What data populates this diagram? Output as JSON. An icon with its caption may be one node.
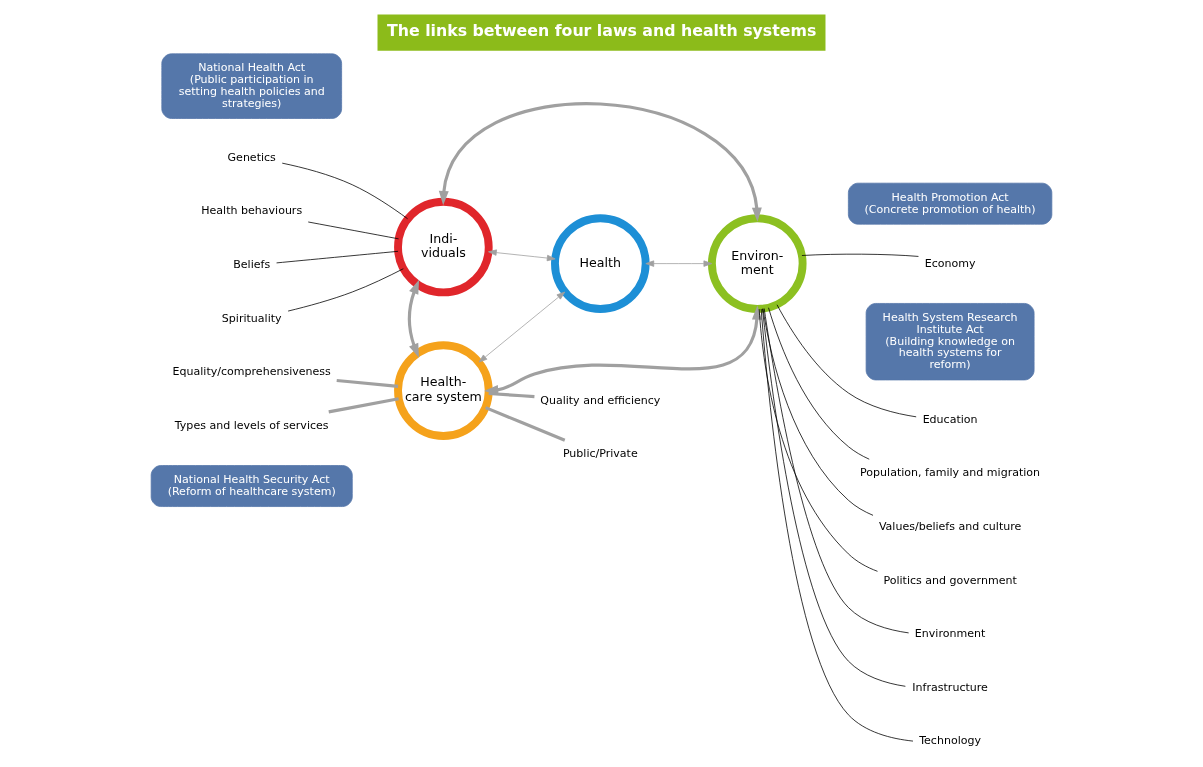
{
  "diagram": {
    "title": "The links between four laws and health systems",
    "nodes": [
      {
        "text": [
          "National Health Act",
          "(Public participation in setting health policies and strategies)"
        ]
      },
      {
        "text": [
          "Health Promotion Act",
          "(Concrete promotion of health)"
        ]
      },
      {
        "text": [
          "Genetics"
        ]
      },
      {
        "text": [
          "Health behaviours"
        ]
      },
      {
        "text": [
          "Beliefs"
        ]
      },
      {
        "text": [
          "Spirituality"
        ]
      },
      {
        "text": [
          "Indi- viduals"
        ]
      },
      {
        "text": [
          "Health"
        ]
      },
      {
        "text": [
          "Environ- ment"
        ]
      },
      {
        "text": [
          "Economy"
        ]
      },
      {
        "text": [
          "Education"
        ]
      },
      {
        "text": [
          "Population, family and migration"
        ]
      },
      {
        "text": [
          "Values/beliefs and culture"
        ]
      },
      {
        "text": [
          "Politics and government"
        ]
      },
      {
        "text": [
          "Environment"
        ]
      },
      {
        "text": [
          "Infrastructure"
        ]
      },
      {
        "text": [
          "Technology"
        ]
      },
      {
        "text": [
          "Health System Research Institute Act",
          "(Building knowledge on health systems for reform)"
        ]
      },
      {
        "text": [
          "Equality/comprehensiveness"
        ]
      },
      {
        "text": [
          "Types and levels of services"
        ]
      },
      {
        "text": [
          "Health- care system"
        ]
      },
      {
        "text": [
          "Quality and efficiency"
        ]
      },
      {
        "text": [
          "Public/Private"
        ]
      },
      {
        "text": [
          "National Health Security Act",
          "(Reform of healthcare system)"
        ]
      }
    ],
    "edges": [
      {
        "from": 6,
        "to": 8,
        "arrow": "both",
        "style": "thick",
        "color": "#a0a0a0"
      },
      {
        "from": 6,
        "to": 7,
        "arrow": "both",
        "color": "#a0a0a0"
      },
      {
        "from": 7,
        "to": 8,
        "arrow": "both",
        "color": "#a0a0a0"
      },
      {
        "from": 7,
        "to": 20,
        "arrow": "both",
        "color": "#a0a0a0"
      },
      {
        "from": 6,
        "to": 20,
        "arrow": "both",
        "style": "thick",
        "color": "#a0a0a0"
      },
      {
        "from": 8,
        "to": 20,
        "arrow": "both",
        "style": "thick",
        "color": "#a0a0a0"
      },
      {
        "from": 2,
        "to": 6,
        "arrow": "none"
      },
      {
        "from": 3,
        "to": 6,
        "arrow": "none"
      },
      {
        "from": 4,
        "to": 6,
        "arrow": "none"
      },
      {
        "from": 5,
        "to": 6,
        "arrow": "none"
      },
      {
        "from": 9,
        "to": 8,
        "arrow": "none"
      },
      {
        "from": 10,
        "to": 8,
        "arrow": "none"
      },
      {
        "from": 11,
        "to": 8,
        "arrow": "none"
      },
      {
        "from": 12,
        "to": 8,
        "arrow": "none"
      },
      {
        "from": 13,
        "to": 8,
        "arrow": "none"
      },
      {
        "from": 14,
        "to": 8,
        "arrow": "none"
      },
      {
        "from": 15,
        "to": 8,
        "arrow": "none"
      },
      {
        "from": 16,
        "to": 8,
        "arrow": "none"
      },
      {
        "from": 18,
        "to": 20,
        "arrow": "none",
        "style": "thick",
        "color": "#a0a0a0"
      },
      {
        "from": 19,
        "to": 20,
        "arrow": "none",
        "style": "thick",
        "color": "#a0a0a0"
      },
      {
        "from": 20,
        "to": 21,
        "arrow": "none",
        "style": "thick",
        "color": "#a0a0a0"
      },
      {
        "from": 20,
        "to": 22,
        "arrow": "none",
        "style": "thick",
        "color": "#a0a0a0"
      }
    ]
  }
}
